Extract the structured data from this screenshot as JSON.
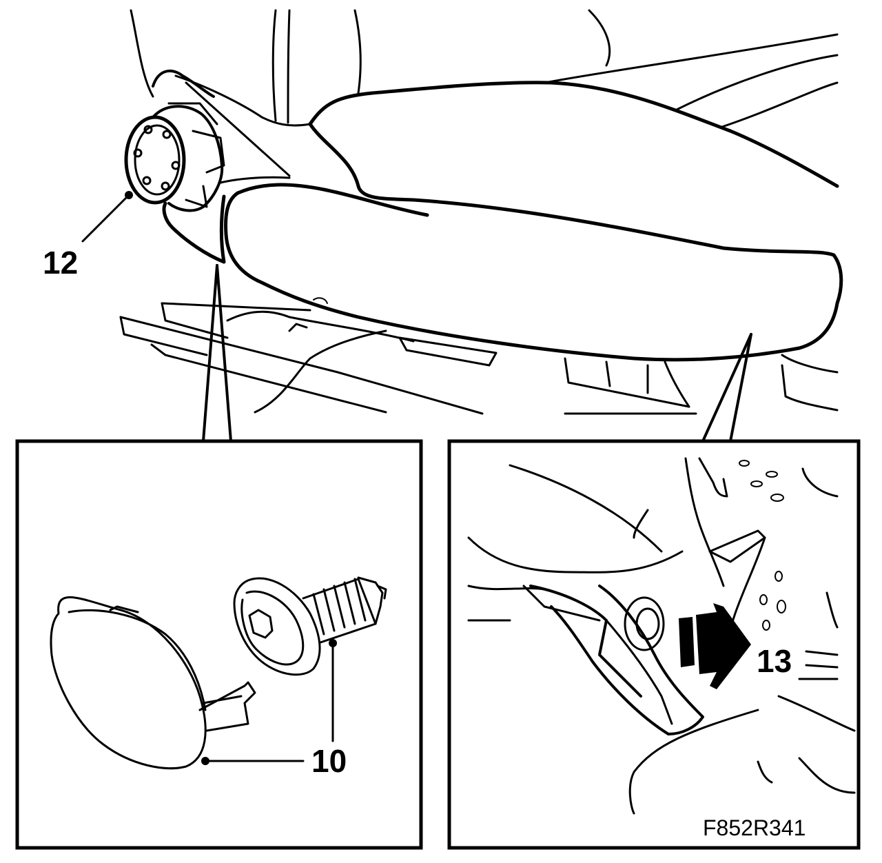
{
  "callouts": {
    "screw_cover": "12",
    "cap_and_screw": "10",
    "push_direction": "13"
  },
  "figure_code": "F852R341",
  "colors": {
    "ink": "#000000",
    "paper": "#ffffff"
  }
}
